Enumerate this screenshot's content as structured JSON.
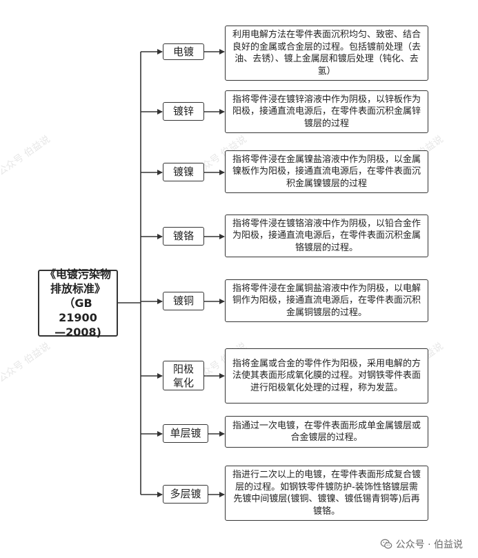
{
  "root": {
    "lines": [
      "《电镀污染物",
      "排放标准》",
      "（GB 21900",
      "—2008)"
    ]
  },
  "branches": [
    {
      "term": "电镀",
      "desc": "利用电解方法在零件表面沉积均匀、致密、结合良好的金属或合金层的过程。包括镀前处理（去油、去锈）、镀上金属层和镀后处理（钝化、去氢）"
    },
    {
      "term": "镀锌",
      "desc": "指将零件浸在镀锌溶液中作为阴极，以锌板作为阳极，接通直流电源后，在零件表面沉积金属锌镀层的过程"
    },
    {
      "term": "镀镍",
      "desc": "指将零件浸在金属镍盐溶液中作为阴极，以金属镍板作为阳极，接通直流电源后，在零件表面沉积金属镍镀层的过程"
    },
    {
      "term": "镀铬",
      "desc": "指将零件浸在镀铬溶液中作为阴极，以铅合金作为阳极，接通直流电源后，在零件表面沉积金属铬镀层的过程。"
    },
    {
      "term": "镀铜",
      "desc": "指将零件浸在金属铜盐溶液中作为阴极，以电解铜作为阳极，接通直流电源后，在零件表面沉积金属铜镀层的过程。"
    },
    {
      "term": "阳极氧化",
      "desc": "指将金属或合金的零件作为阳极，采用电解的方法使其表面形成氧化膜的过程。对钢铁零件表面进行阳极氧化处理的过程，称为发蓝。"
    },
    {
      "term": "单层镀",
      "desc": "指通过一次电镀，在零件表面形成单金属镀层或合金镀层的过程。"
    },
    {
      "term": "多层镀",
      "desc": "指进行二次以上的电镀，在零件表面形成复合镀层的过程。如钢铁零件镀防护-装饰性铬镀层需先镀中间镀层(镀铜、镀镍、镀低锡青铜等)后再镀铬。"
    }
  ],
  "footer": {
    "text": "公众号 · 伯益说"
  },
  "watermark": {
    "text": "公众号 伯益说"
  }
}
